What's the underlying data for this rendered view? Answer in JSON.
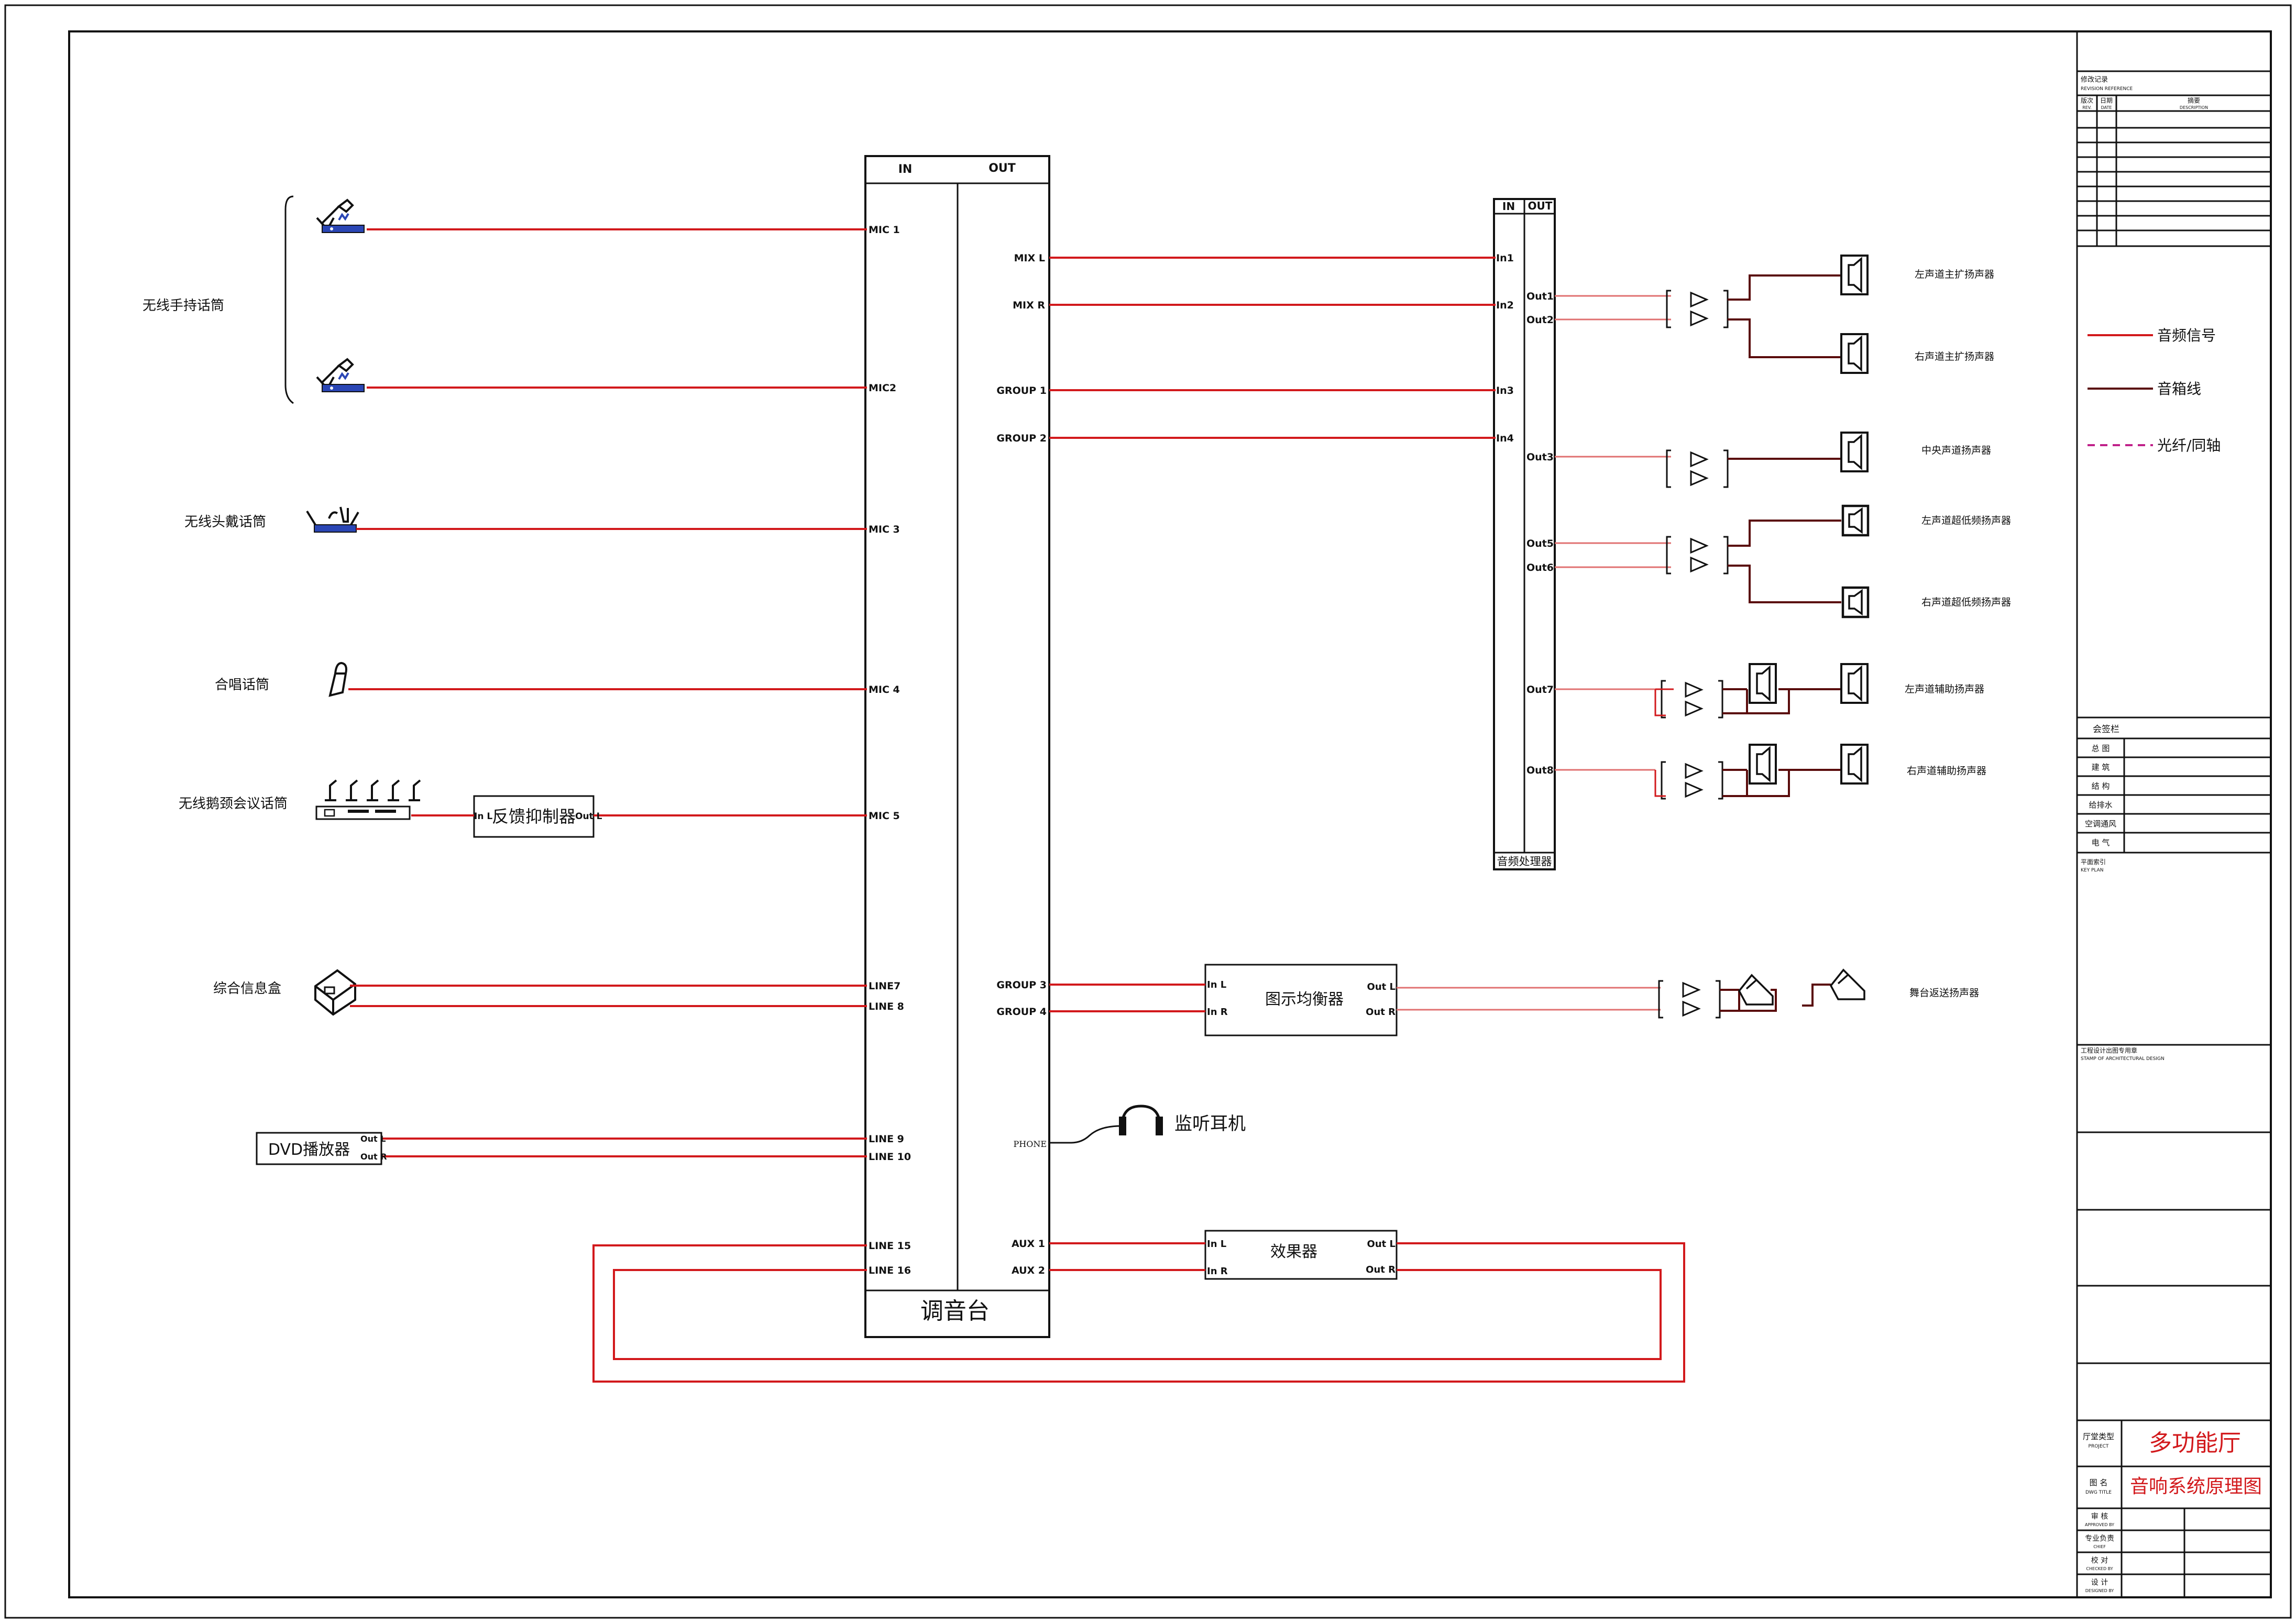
{
  "colors": {
    "signal": "#d2191c",
    "speaker": "#5a0c0c",
    "fiber": "#c0218a",
    "line": "#111111"
  },
  "sources": {
    "handheld": "无线手持话筒",
    "headset": "无线头戴话筒",
    "choir": "合唱话筒",
    "gooseneck": "无线鹅颈会议话筒",
    "infobox": "综合信息盒"
  },
  "feedback": {
    "name": "反馈抑制器",
    "in": "In L",
    "out": "Out L"
  },
  "dvd": {
    "name": "DVD播放器",
    "outl": "Out L",
    "outr": "Out R"
  },
  "mixer": {
    "in": "IN",
    "out": "OUT",
    "name": "调音台",
    "inputs": [
      "MIC 1",
      "MIC2",
      "MIC 3",
      "MIC 4",
      "MIC 5",
      "LINE7",
      "LINE 8",
      "LINE 9",
      "LINE 10",
      "LINE 15",
      "LINE 16"
    ],
    "outputs": [
      "MIX L",
      "MIX R",
      "GROUP 1",
      "GROUP 2",
      "GROUP 3",
      "GROUP 4",
      "PHONE",
      "AUX 1",
      "AUX 2"
    ]
  },
  "headphone": "监听耳机",
  "processor": {
    "in": "IN",
    "out": "OUT",
    "name": "音频处理器",
    "inputs": [
      "In1",
      "In2",
      "In3",
      "In4"
    ],
    "outputs": [
      "Out1",
      "Out2",
      "Out3",
      "Out5",
      "Out6",
      "Out7",
      "Out8"
    ]
  },
  "speakers": [
    "左声道主扩扬声器",
    "右声道主扩扬声器",
    "中央声道扬声器",
    "左声道超低频扬声器",
    "右声道超低频扬声器",
    "左声道辅助扬声器",
    "右声道辅助扬声器",
    "舞台返送扬声器"
  ],
  "eq": {
    "name": "图示均衡器",
    "inl": "In L",
    "inr": "In R",
    "outl": "Out L",
    "outr": "Out R"
  },
  "fx": {
    "name": "效果器",
    "inl": "In L",
    "inr": "In R",
    "outl": "Out L",
    "outr": "Out R"
  },
  "legend": [
    "音频信号",
    "音箱线",
    "光纤/同轴"
  ],
  "title_block": {
    "revision_title": "修改记录",
    "revision_en": "REVISION REFERENCE",
    "rev_cols": [
      "版次",
      "日期",
      "摘要"
    ],
    "rev_cols_en": [
      "REV.",
      "DATE",
      "DESCRIPTION"
    ],
    "sign_title": "会签栏",
    "sign_rows": [
      "总 图",
      "建 筑",
      "结 构",
      "给排水",
      "空调通风",
      "电 气"
    ],
    "key_plan": "平面索引",
    "key_plan_en": "KEY PLAN",
    "stamp": "工程设计出图专用章",
    "stamp_en": "STAMP OF ARCHITECTURAL DESIGN",
    "project_label": "厅堂类型",
    "project_label_en": "PROJECT",
    "project": "多功能厅",
    "title_label": "图 名",
    "title_label_en": "DWG TITLE",
    "title": "音响系统原理图",
    "approvals": [
      {
        "cn": "审 核",
        "en": "APPROVED BY"
      },
      {
        "cn": "专业负责",
        "en": "CHIEF"
      },
      {
        "cn": "校 对",
        "en": "CHECKED BY"
      },
      {
        "cn": "设 计",
        "en": "DESIGNED BY"
      }
    ]
  }
}
